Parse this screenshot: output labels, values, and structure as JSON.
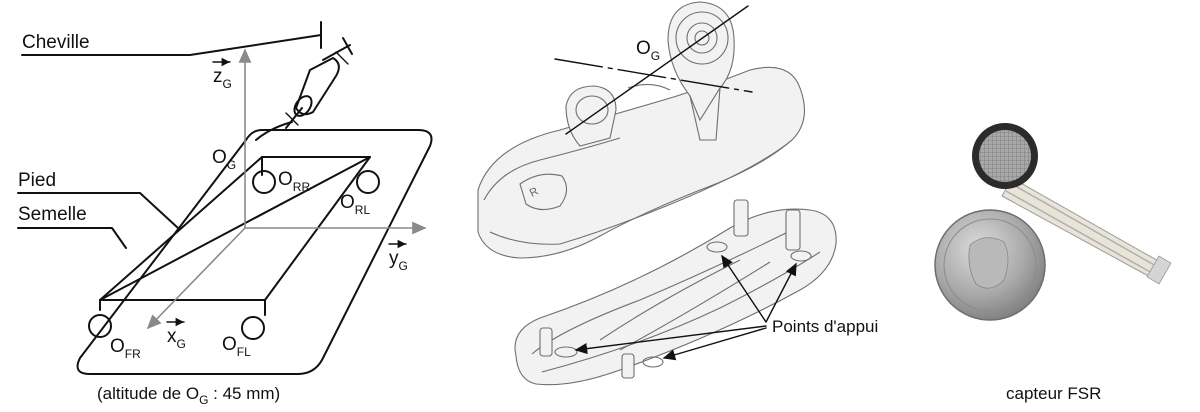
{
  "diagram": {
    "labels": {
      "cheville": "Cheville",
      "pied": "Pied",
      "semelle": "Semelle",
      "origin": "O",
      "origin_sub": "G",
      "z_axis": "z",
      "z_axis_sub": "G",
      "y_axis": "y",
      "y_axis_sub": "G",
      "x_axis": "x",
      "x_axis_sub": "G",
      "o_rr": "O",
      "o_rr_sub": "RR",
      "o_rl": "O",
      "o_rl_sub": "RL",
      "o_fr": "O",
      "o_fr_sub": "FR",
      "o_fl": "O",
      "o_fl_sub": "FL"
    },
    "caption_left_pre": "(altitude de O",
    "caption_left_sub": "G",
    "caption_left_post": " : 45 mm)",
    "center_origin": "O",
    "center_origin_sub": "G",
    "points_appui": "Points d'appui",
    "caption_right": "capteur FSR"
  },
  "colors": {
    "ink": "#111111",
    "axis": "#8a8a8a",
    "sensor_disc": "#2b2b2b",
    "sensor_grid": "#9a9a9a",
    "coin": "#a7a7a7"
  }
}
